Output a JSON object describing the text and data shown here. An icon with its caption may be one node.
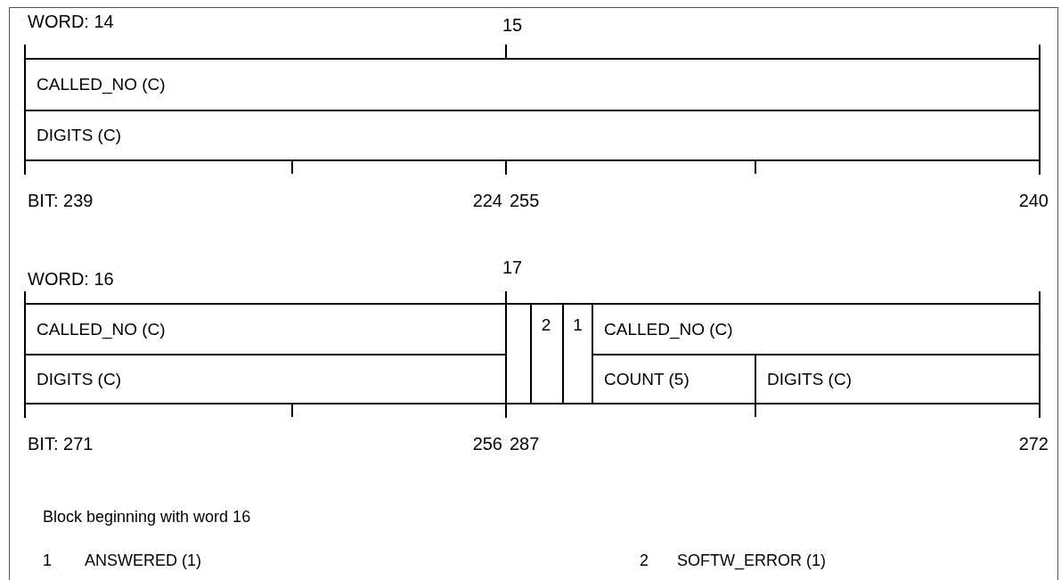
{
  "diagram": {
    "nodes": [
      {
        "text": [
          "CALLED_NO (C)"
        ]
      },
      {
        "text": [
          "DIGITS (C)"
        ]
      },
      {
        "text": [
          "CALLED_NO (C)"
        ]
      },
      {
        "text": [],
        "shape": "box"
      },
      {
        "text": [
          "2"
        ]
      },
      {
        "text": [
          "1"
        ]
      },
      {
        "text": [
          "CALLED_NO (C)"
        ]
      },
      {
        "text": [
          "DIGITS (C)"
        ]
      },
      {
        "text": [
          "COUNT (5)"
        ]
      },
      {
        "text": [
          "DIGITS (C)"
        ]
      }
    ],
    "labels": [
      "WORD:  14",
      "15",
      "BIT:  239",
      "224",
      "255",
      "240",
      "WORD:  16",
      "17",
      "BIT:  271",
      "256",
      "287",
      "272",
      "Block beginning with word 16",
      "1",
      "ANSWERED (1)",
      "2",
      "SOFTW_ERROR (1)"
    ]
  }
}
